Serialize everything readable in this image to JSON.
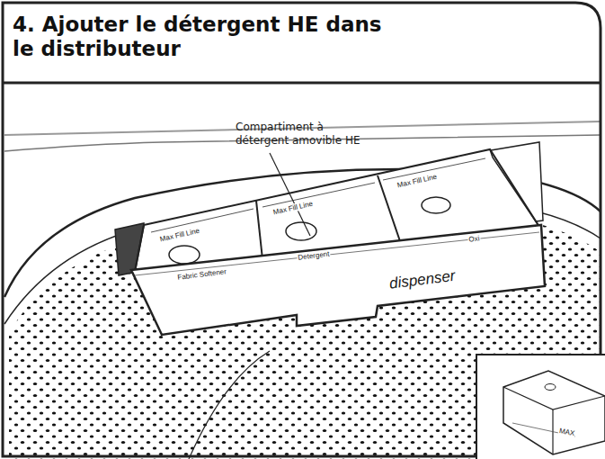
{
  "diagram": {
    "title": "4. Ajouter le détergent HE dans le distributeur",
    "labels": [
      "Compartiment à détergent amovible HE",
      "Max Fill Line",
      "Max Fill Line",
      "Max Fill Line",
      "Fabric Softener",
      "Detergent",
      "Oxi",
      "dispenser",
      "MAX"
    ]
  }
}
